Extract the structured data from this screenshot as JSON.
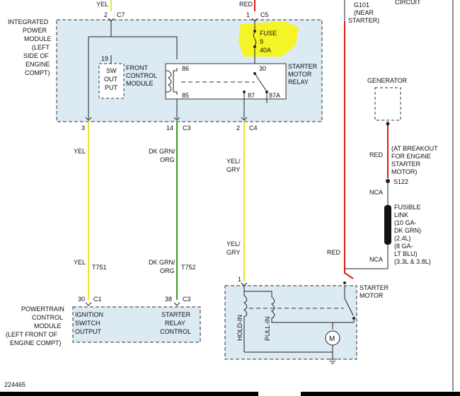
{
  "colors": {
    "yellow": "#e8e82a",
    "red": "#e01818",
    "green": "#3c9a24",
    "highlight": "#f4f426",
    "module_fill": "#dceaf4"
  },
  "wires": {
    "top_yel": "YEL",
    "top_red": "RED",
    "yel_left": "YEL",
    "dkgrn_org_a": "DK GRN/",
    "dkgrn_org_b": "ORG",
    "yel_gry_a": "YEL/",
    "yel_gry_b": "GRY",
    "yel_gry2_a": "YEL/",
    "yel_gry2_b": "GRY",
    "yel_lower": "YEL",
    "t751": "T751",
    "dkgrn_lower_a": "DK GRN/",
    "dkgrn_lower_b": "ORG",
    "t752": "T752",
    "red_lower": "RED",
    "red_gen": "RED",
    "nca_upper": "NCA",
    "nca_lower": "NCA"
  },
  "connectors": {
    "p2": "2",
    "c7": "C7",
    "p1": "1",
    "c5": "C5",
    "p3": "3",
    "p14": "14",
    "c3": "C3",
    "p2b": "2",
    "c4": "C4",
    "p30": "30",
    "c1": "C1",
    "p38": "38",
    "c3b": "C3",
    "p1b": "1",
    "p19": "19",
    "p86": "86",
    "p85": "85",
    "p30r": "30",
    "p87": "87",
    "p87a": "87A"
  },
  "ipm": {
    "label": [
      "INTEGRATED",
      "POWER",
      "MODULE",
      "(LEFT",
      "SIDE OF",
      "ENGINE",
      "COMPT)"
    ]
  },
  "sw_output": [
    "SW",
    "OUT",
    "PUT"
  ],
  "front_control": [
    "FRONT",
    "CONTROL",
    "MODULE"
  ],
  "fuse": {
    "line1": "FUSE",
    "line2": "9",
    "line3": "40A"
  },
  "starter_relay": [
    "STARTER",
    "MOTOR",
    "RELAY"
  ],
  "g101": [
    "G101",
    "(NEAR",
    "STARTER)"
  ],
  "circuit_fragment": "CIRCUIT",
  "generator": "GENERATOR",
  "breakout": [
    "(AT BREAKOUT",
    "FOR ENGINE",
    "STARTER",
    "MOTOR)"
  ],
  "splice": "S122",
  "fusible_link": [
    "FUSIBLE",
    "LINK",
    "(10 GA-",
    "DK GRN)",
    "(2.4L)",
    "(8 GA-",
    "LT BLU)",
    "(3.3L & 3.8L)"
  ],
  "pcm": [
    "POWERTRAIN",
    "CONTROL",
    "MODULE",
    "(LEFT FRONT OF",
    "ENGINE COMPT)"
  ],
  "ignition": [
    "IGNITION",
    "SWITCH",
    "OUTPUT"
  ],
  "relay_control": [
    "STARTER",
    "RELAY",
    "CONTROL"
  ],
  "starter_motor": [
    "STARTER",
    "MOTOR"
  ],
  "hold_in": "HOLD-IN",
  "pull_in": "PULL-IN",
  "motor_symbol": "M",
  "diagram_id": "224465"
}
